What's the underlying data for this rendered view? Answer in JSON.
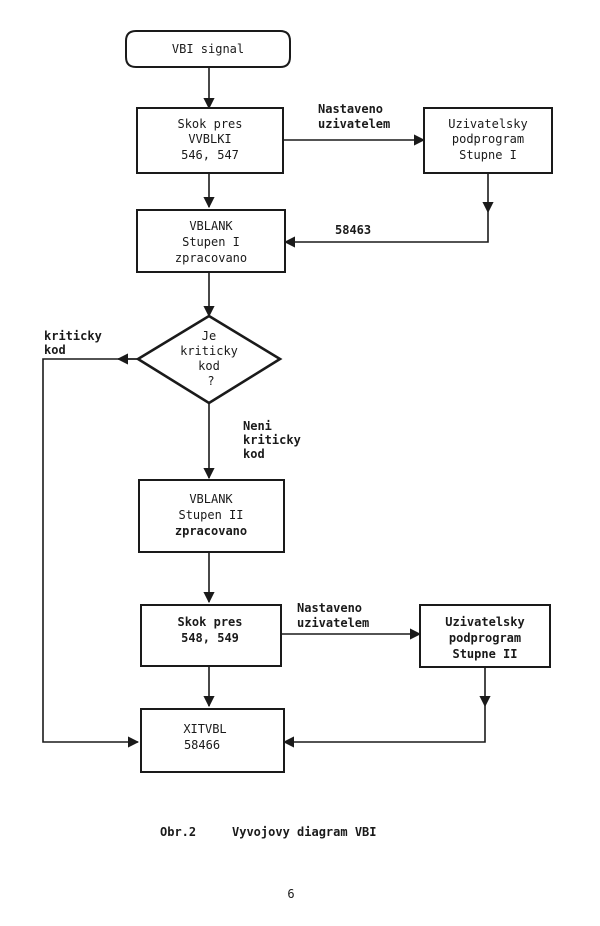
{
  "nodes": {
    "start": {
      "lines": [
        "VBI signal"
      ]
    },
    "jump1": {
      "lines": [
        "Skok  pres",
        "VVBLKI",
        "546, 547"
      ]
    },
    "user1": {
      "lines": [
        "Uzivatelsky",
        "podprogram",
        "Stupne I"
      ]
    },
    "vblank1": {
      "lines": [
        "VBLANK",
        "Stupen I",
        "zpracovano"
      ]
    },
    "decision": {
      "lines": [
        "Je",
        "kriticky",
        "kod",
        "?"
      ]
    },
    "vblank2": {
      "lines": [
        "VBLANK",
        "Stupen II",
        "zpracovano"
      ]
    },
    "jump2": {
      "lines": [
        "Skok  pres",
        "548, 549"
      ]
    },
    "user2": {
      "lines": [
        "Uzivatelsky",
        "podprogram",
        "Stupne II"
      ]
    },
    "xit": {
      "lines": [
        "XITVBL",
        "58466"
      ]
    }
  },
  "edge_labels": {
    "set_by_user_1": [
      "Nastaveno",
      "uzivatelem"
    ],
    "return_58463": [
      "58463"
    ],
    "critical": [
      "kriticky",
      "kod"
    ],
    "not_critical": [
      "Neni",
      "kriticky",
      "kod"
    ],
    "set_by_user_2": [
      "Nastaveno",
      "uzivatelem"
    ]
  },
  "caption": {
    "label": "Obr.2",
    "text": "Vyvojovy diagram VBI"
  },
  "page_number": "6"
}
